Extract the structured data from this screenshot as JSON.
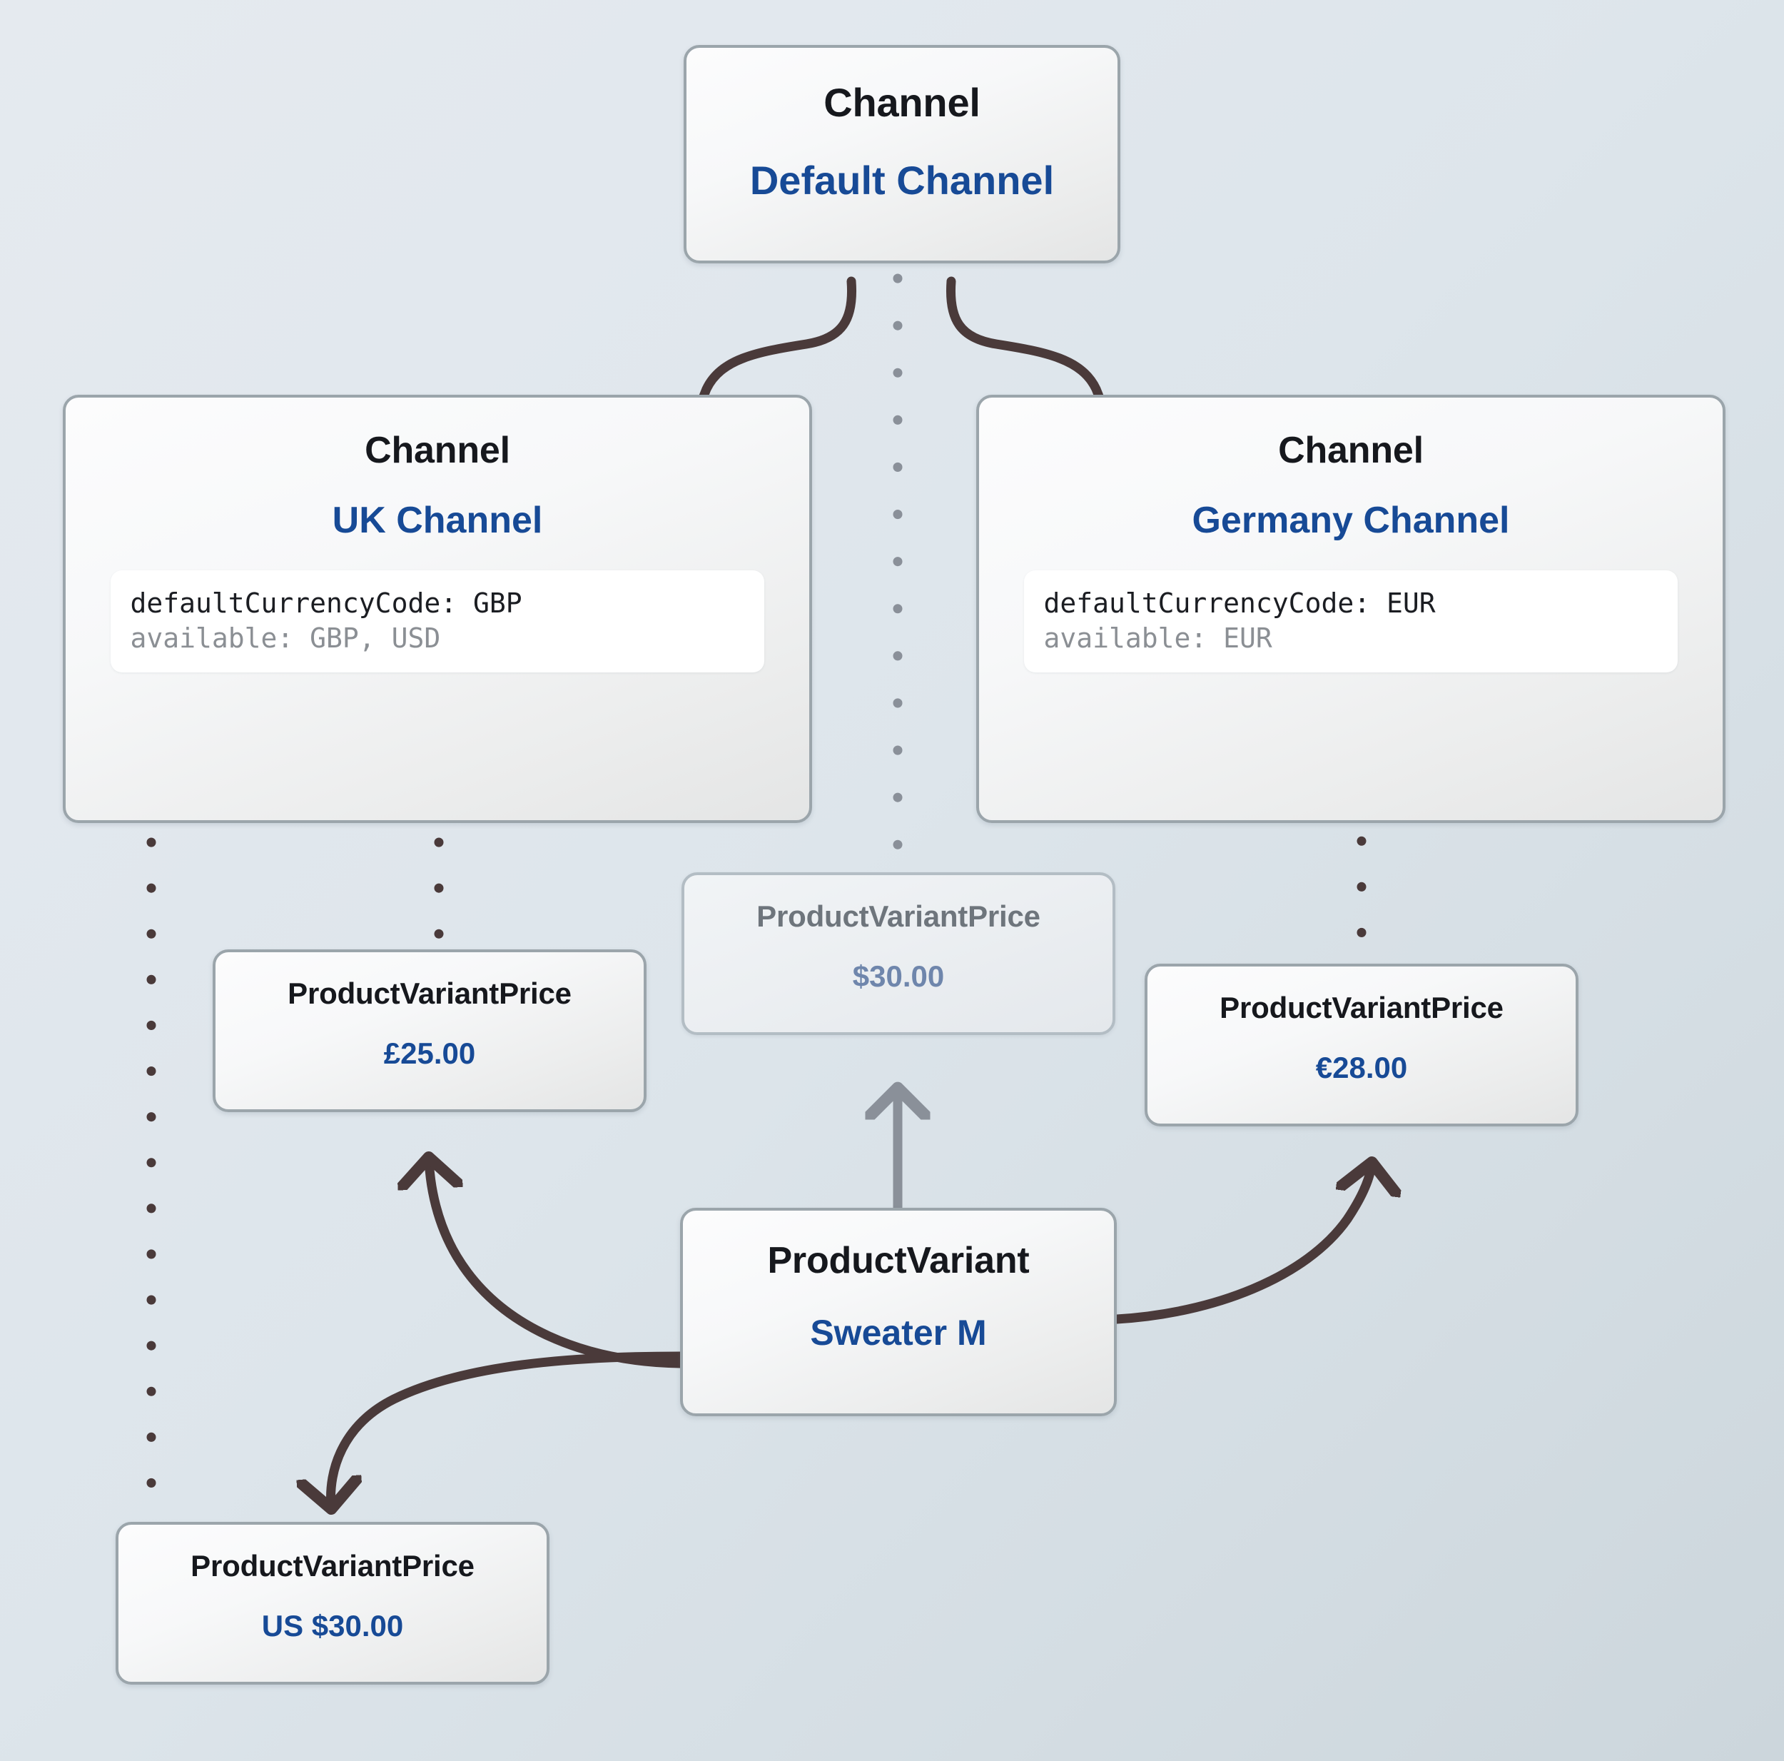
{
  "diagram": {
    "title_hidden": "",
    "colors": {
      "accent_value": "#174a96",
      "node_border": "#9ba5ab",
      "arrow_solid": "#4a3a3a",
      "arrow_muted": "#8a9099",
      "ghost_title": "#6e757c",
      "ghost_value": "#6f86ac",
      "background_from": "#e5eaef",
      "background_to": "#ccd6dc"
    }
  },
  "nodes": {
    "default_channel": {
      "type": "Channel",
      "value": "Default Channel"
    },
    "uk_channel": {
      "type": "Channel",
      "value": "UK Channel",
      "fields": {
        "default_currency": "defaultCurrencyCode: GBP",
        "available": "available: GBP, USD"
      }
    },
    "germany_channel": {
      "type": "Channel",
      "value": "Germany Channel",
      "fields": {
        "default_currency": "defaultCurrencyCode: EUR",
        "available": "available: EUR"
      }
    },
    "price_gbp": {
      "type": "ProductVariantPrice",
      "value": "£25.00"
    },
    "price_usd_ghost": {
      "type": "ProductVariantPrice",
      "value": "$30.00"
    },
    "price_eur": {
      "type": "ProductVariantPrice",
      "value": "€28.00"
    },
    "price_usd": {
      "type": "ProductVariantPrice",
      "value": "US $30.00"
    },
    "product_variant": {
      "type": "ProductVariant",
      "value": "Sweater M"
    }
  },
  "edges": [
    {
      "name": "default-channel-to-uk-channel",
      "style": "curved-solid"
    },
    {
      "name": "default-channel-to-germany-channel",
      "style": "curved-solid"
    },
    {
      "name": "default-channel-to-ghost-price",
      "style": "dotted-muted"
    },
    {
      "name": "uk-channel-to-price-usd",
      "style": "dotted-solid"
    },
    {
      "name": "uk-channel-to-price-gbp",
      "style": "dotted-solid"
    },
    {
      "name": "germany-channel-to-price-eur",
      "style": "dotted-solid"
    },
    {
      "name": "product-variant-to-price-gbp",
      "style": "curved-solid"
    },
    {
      "name": "product-variant-to-ghost-price",
      "style": "straight-muted"
    },
    {
      "name": "product-variant-to-price-eur",
      "style": "curved-solid"
    },
    {
      "name": "product-variant-to-price-usd",
      "style": "curved-solid"
    }
  ]
}
